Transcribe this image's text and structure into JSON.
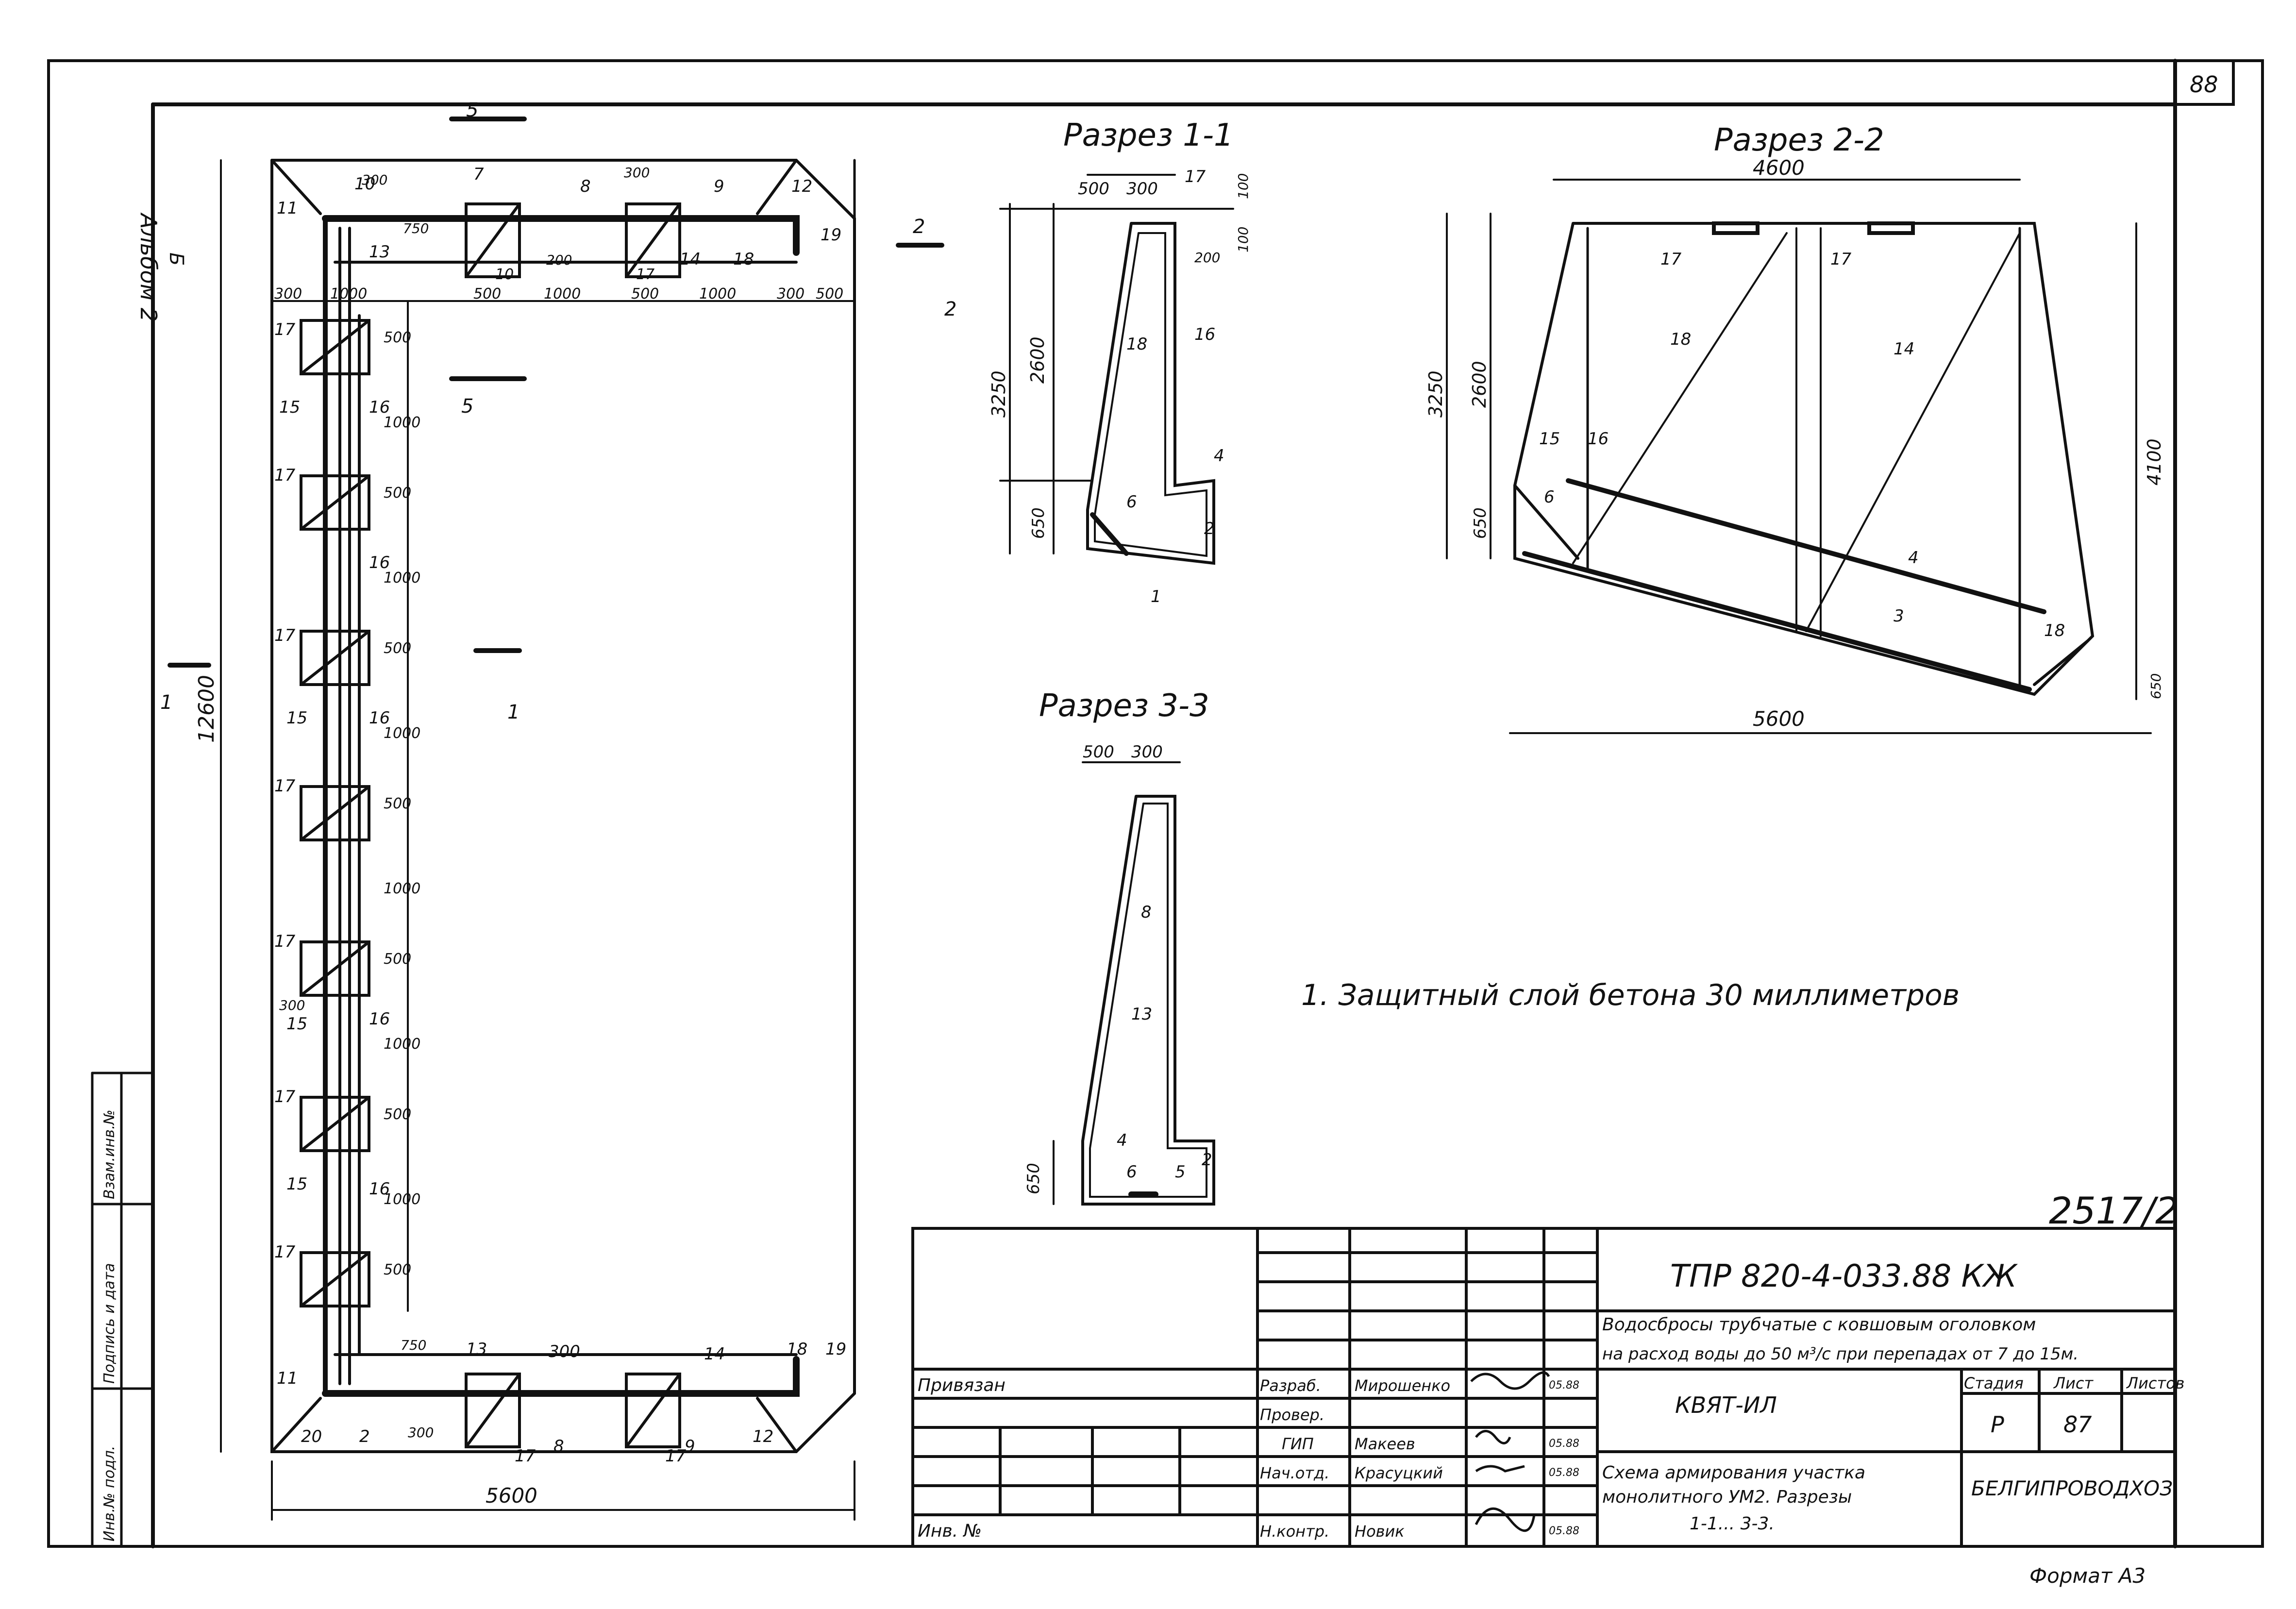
{
  "sheet": {
    "page_number": "88",
    "album": "Альбом 2",
    "album_mark": "Б",
    "project_code": "2517/2",
    "format": "Формат А3",
    "note": "1. Защитный слой бетона 30 миллиметров"
  },
  "sections": {
    "s11": "Разрез 1-1",
    "s22": "Разрез 2-2",
    "s33": "Разрез 3-3"
  },
  "plan": {
    "width_dim": "5600",
    "height_dim": "12600",
    "top_dims": [
      "300",
      "1000",
      "500",
      "1000",
      "500",
      "1000",
      "300",
      "500"
    ],
    "side_dims": [
      "500",
      "1000",
      "500",
      "1000",
      "500",
      "1000",
      "500",
      "1000",
      "500",
      "1000",
      "500",
      "1000",
      "500"
    ],
    "cut_marks": [
      "5",
      "5",
      "1",
      "1",
      "2",
      "2"
    ],
    "top_labels": [
      "10",
      "7",
      "8",
      "9",
      "12",
      "19",
      "11",
      "13",
      "14",
      "18",
      "17",
      "10"
    ],
    "bottom_labels": [
      "13",
      "14",
      "18",
      "19",
      "11",
      "20",
      "2",
      "17",
      "8",
      "9",
      "12",
      "17"
    ],
    "left_labels": [
      "17",
      "15",
      "16",
      "17",
      "17",
      "15",
      "16",
      "17",
      "15",
      "16",
      "17",
      "16",
      "17",
      "15",
      "16",
      "17"
    ],
    "small_dims": [
      "300",
      "750",
      "300",
      "300",
      "750",
      "300",
      "300",
      "200"
    ]
  },
  "sec11": {
    "top_dims": [
      "500",
      "300"
    ],
    "dims": [
      "3250",
      "2600",
      "650",
      "100",
      "100",
      "200"
    ],
    "labels": [
      "17",
      "18",
      "16",
      "4",
      "6",
      "2",
      "1"
    ]
  },
  "sec22": {
    "top_dim": "4600",
    "bottom_dim": "5600",
    "dims": [
      "3250",
      "2600",
      "650",
      "4100",
      "650"
    ],
    "labels": [
      "17",
      "17",
      "18",
      "14",
      "15",
      "16",
      "6",
      "4",
      "3",
      "18"
    ]
  },
  "sec33": {
    "top_dims": [
      "500",
      "300"
    ],
    "dims": [
      "650"
    ],
    "labels": [
      "8",
      "13",
      "4",
      "6",
      "5",
      "2"
    ]
  },
  "title_block": {
    "doc_code": "ТПР 820-4-033.88 КЖ",
    "title_line1": "Водосбросы трубчатые с ковшовым оголовком",
    "title_line2": "на расход воды до 50 м³/с при перепадах от 7 до 15м.",
    "object": "КВЯТ-ИЛ",
    "drawing_title_1": "Схема армирования участка",
    "drawing_title_2": "монолитного УМ2. Разрезы",
    "drawing_title_3": "1-1... 3-3.",
    "org": "БЕЛГИПРОВОДХОЗ",
    "stage_h": "Стадия",
    "sheet_h": "Лист",
    "sheets_h": "Листов",
    "stage": "Р",
    "sheet": "87",
    "privyazan": "Привязан",
    "inv": "Инв. №",
    "roles": [
      "Разраб.",
      "Провер.",
      "ГИП",
      "Нач.отд.",
      "Н.контр."
    ],
    "names": [
      "Мирошенко",
      "",
      "Макеев",
      "Красуцкий",
      "Новик"
    ],
    "dates": [
      "05.88",
      "",
      "05.88",
      "05.88",
      "05.88"
    ]
  },
  "left_strip": [
    "Инв.№ подл.",
    "Подпись и дата",
    "Взам.инв.№"
  ]
}
